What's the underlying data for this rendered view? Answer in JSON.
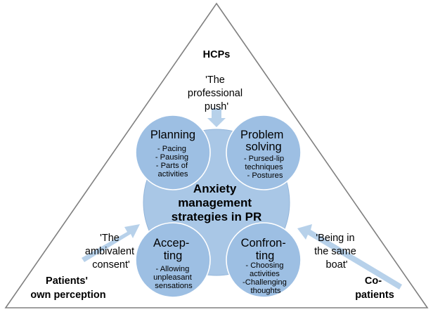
{
  "center": {
    "title_lines": [
      "Anxiety",
      "management",
      "strategies in PR"
    ]
  },
  "corners": {
    "top": {
      "lines": [
        "HCPs"
      ]
    },
    "left": {
      "lines": [
        "Patients'",
        "own perception"
      ]
    },
    "right": {
      "lines": [
        "Co-",
        "patients"
      ]
    }
  },
  "influences": {
    "top": {
      "lines": [
        "'The",
        "professional",
        "push'"
      ]
    },
    "left": {
      "lines": [
        "'The",
        "ambivalent",
        "consent'"
      ]
    },
    "right": {
      "lines": [
        "'Being in",
        "the same",
        "boat'"
      ]
    }
  },
  "strategies": {
    "planning": {
      "title_lines": [
        "Planning"
      ],
      "item_lines": [
        "- Pacing",
        "- Pausing",
        "- Parts of",
        "activities"
      ]
    },
    "problem_solving": {
      "title_lines": [
        "Problem",
        "solving"
      ],
      "item_lines": [
        "- Pursed-lip",
        "techniques",
        "- Postures"
      ]
    },
    "accepting": {
      "title_lines": [
        "Accep-",
        "ting"
      ],
      "item_lines": [
        "- Allowing",
        "unpleasant",
        "sensations"
      ]
    },
    "confronting": {
      "title_lines": [
        "Confron-",
        "ting"
      ],
      "item_lines": [
        "- Choosing",
        "activities",
        "-Challenging",
        "thoughts"
      ]
    }
  },
  "colors": {
    "triangle_stroke": "#808080",
    "center_fill": "#a9c7e6",
    "center_stroke": "#94b6da",
    "satellite_fill": "#9dbfe3",
    "satellite_stroke": "#ffffff",
    "arrow_fill": "#b7d1ea"
  }
}
